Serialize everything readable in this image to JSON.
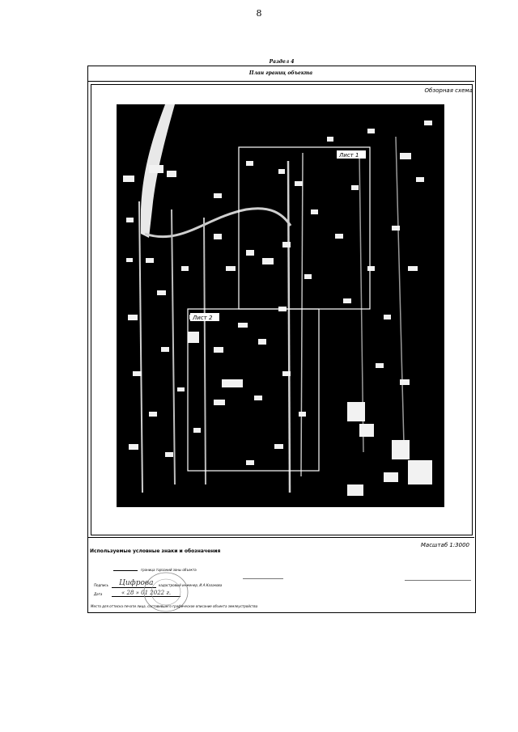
{
  "page_number": "8",
  "section_label": "Раздел 4",
  "table_title": "План границ объекта",
  "overview_label": "Обзорная схема",
  "sheets": [
    {
      "label": "Лист 1"
    },
    {
      "label": "Лист 2"
    }
  ],
  "scale": "Масштаб 1:3000",
  "legend": {
    "title": "Используемые условные знаки и обозначения",
    "items": [
      {
        "text": "граница тарзаний зоны объекта"
      }
    ]
  },
  "signature": {
    "label": "Подпись",
    "handwritten": "Цифрова",
    "role_name": "кадастровый инженер, И.А.Казакова"
  },
  "date": {
    "label": "Дата",
    "handwritten": "« 28 » 01 2022 г."
  },
  "footnote": "Место для оттиска печати лица, составившего графическое описание объекта землеустройства"
}
